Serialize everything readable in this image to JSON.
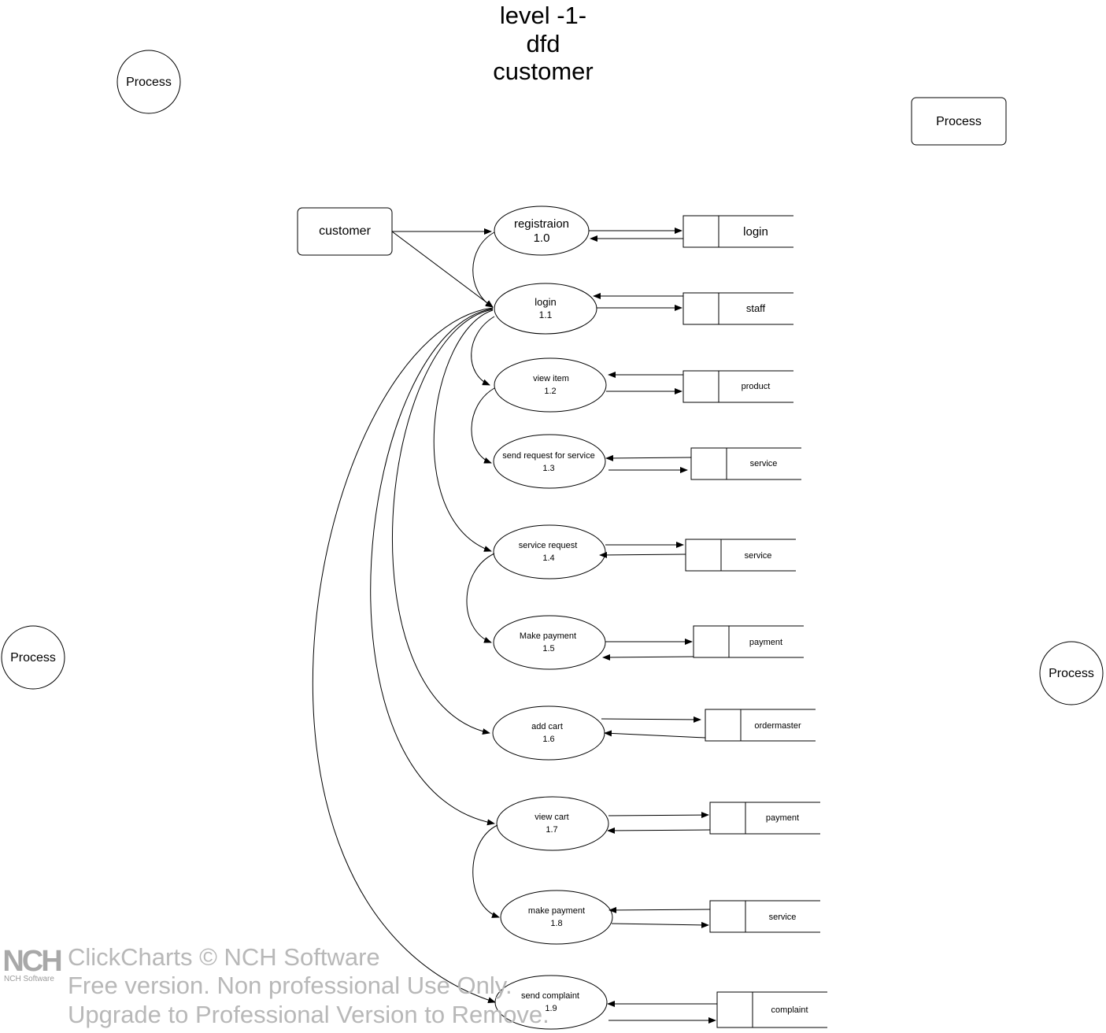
{
  "title": {
    "line1": "level -1-",
    "line2": "dfd",
    "line3": "customer"
  },
  "entities": {
    "customer": "customer",
    "process_top_left": "Process",
    "process_top_right": "Process",
    "process_mid_left": "Process",
    "process_mid_right": "Process"
  },
  "processes": [
    {
      "name": "registraion",
      "number": "1.0"
    },
    {
      "name": "login",
      "number": "1.1"
    },
    {
      "name": "view item",
      "number": "1.2"
    },
    {
      "name": "send request for service",
      "number": "1.3"
    },
    {
      "name": "service request",
      "number": "1.4"
    },
    {
      "name": "Make payment",
      "number": "1.5"
    },
    {
      "name": "add cart",
      "number": "1.6"
    },
    {
      "name": "view cart",
      "number": "1.7"
    },
    {
      "name": "make payment",
      "number": "1.8"
    },
    {
      "name": "send complaint",
      "number": "1.9"
    }
  ],
  "datastores": [
    "login",
    "staff",
    "product",
    "service",
    "service",
    "payment",
    "ordermaster",
    "payment",
    "service",
    "complaint"
  ],
  "watermark": {
    "logo": "NCH",
    "company": "NCH Software",
    "line1": "ClickCharts © NCH Software",
    "line2": "Free version. Non professional Use Only.",
    "line3": "Upgrade to Professional Version to Remove."
  },
  "colors": {
    "stroke": "#000000",
    "watermark": "#b8b8b8"
  }
}
